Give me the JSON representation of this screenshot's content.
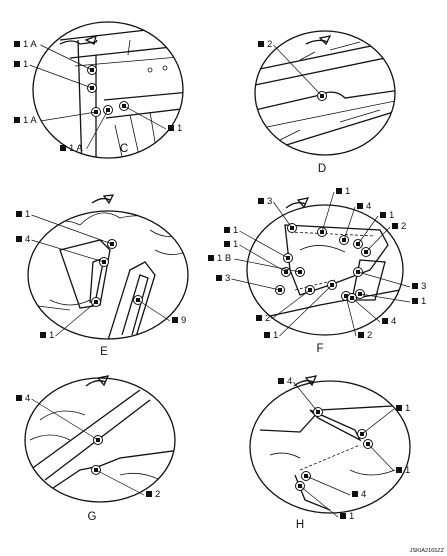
{
  "figure_code": "JSKIA2165ZZ",
  "views": [
    {
      "id": "C",
      "label": "C",
      "callouts": [
        {
          "text": "1 A"
        },
        {
          "text": "1"
        },
        {
          "text": "1 A"
        },
        {
          "text": "1 A"
        },
        {
          "text": "1"
        }
      ]
    },
    {
      "id": "D",
      "label": "D",
      "callouts": [
        {
          "text": "2"
        }
      ]
    },
    {
      "id": "E",
      "label": "E",
      "callouts": [
        {
          "text": "1"
        },
        {
          "text": "4"
        },
        {
          "text": "1"
        },
        {
          "text": "9"
        }
      ]
    },
    {
      "id": "F",
      "label": "F",
      "callouts": [
        {
          "text": "3"
        },
        {
          "text": "1"
        },
        {
          "text": "4"
        },
        {
          "text": "1"
        },
        {
          "text": "2"
        },
        {
          "text": "1"
        },
        {
          "text": "1"
        },
        {
          "text": "1 B"
        },
        {
          "text": "3"
        },
        {
          "text": "3"
        },
        {
          "text": "1"
        },
        {
          "text": "2"
        },
        {
          "text": "1"
        },
        {
          "text": "2"
        },
        {
          "text": "4"
        }
      ]
    },
    {
      "id": "G",
      "label": "G",
      "callouts": [
        {
          "text": "4"
        },
        {
          "text": "2"
        }
      ]
    },
    {
      "id": "H",
      "label": "H",
      "callouts": [
        {
          "text": "4"
        },
        {
          "text": "1"
        },
        {
          "text": "1"
        },
        {
          "text": "4"
        },
        {
          "text": "1"
        }
      ]
    }
  ]
}
